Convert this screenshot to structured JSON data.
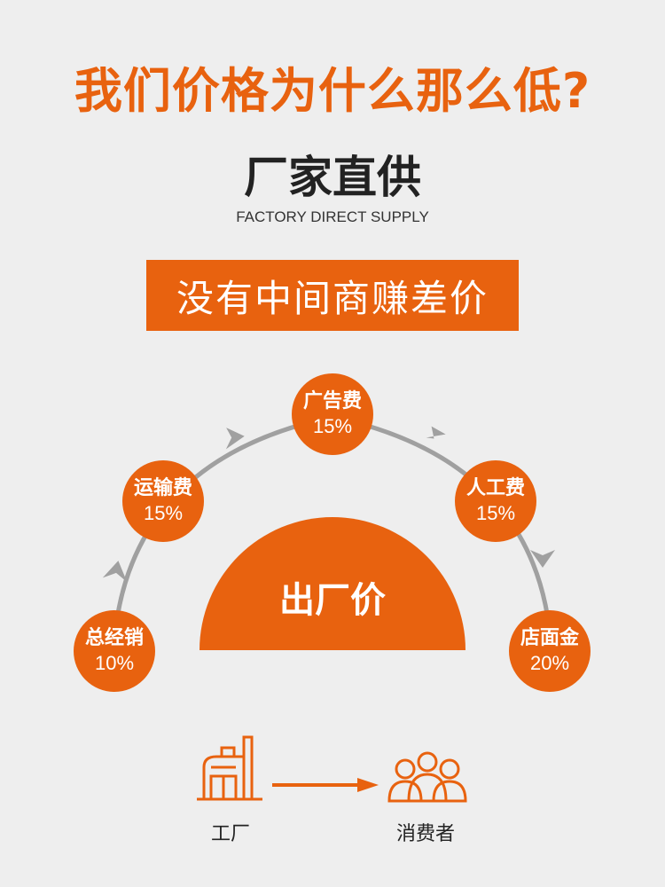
{
  "header": {
    "title": "我们价格为什么那么低?",
    "subtitle": "厂家直供",
    "subtitle_en": "FACTORY DIRECT SUPPLY"
  },
  "banner": {
    "text": "没有中间商赚差价"
  },
  "diagram": {
    "center_label": "出厂价",
    "nodes": [
      {
        "label": "总经销",
        "value": "10%"
      },
      {
        "label": "运输费",
        "value": "15%"
      },
      {
        "label": "广告费",
        "value": "15%"
      },
      {
        "label": "人工费",
        "value": "15%"
      },
      {
        "label": "店面金",
        "value": "20%"
      }
    ]
  },
  "flow": {
    "from_label": "工厂",
    "to_label": "消费者",
    "from_icon": "factory-icon",
    "to_icon": "people-icon"
  },
  "colors": {
    "accent": "#e8620f",
    "arc": "#a0a0a0",
    "background": "#eeeeee"
  }
}
